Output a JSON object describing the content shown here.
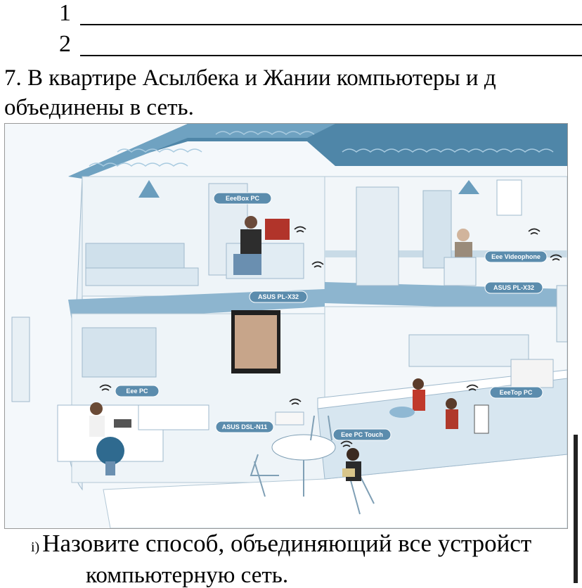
{
  "answer_items": [
    {
      "number": "1"
    },
    {
      "number": "2"
    }
  ],
  "question": {
    "line1": "7. В квартире Асылбека и Жании компьютеры и д",
    "line2": "объединены в сеть."
  },
  "figure": {
    "labels": {
      "eeebox": "EeeBox PC",
      "asus_plx32_top": "ASUS PL-X32",
      "videophone": "Eee Videophone",
      "asus_plx32_right": "ASUS PL-X32",
      "eeepc": "Eee PC",
      "asus_dsl": "ASUS DSL-N11",
      "eeepc_touch": "Eee PC Touch",
      "eeetop": "EeeTop PC"
    }
  },
  "sub_question": {
    "marker": "i)",
    "line1": "Назовите способ, объединяющий все устройст",
    "line2": "компьютерную сеть."
  }
}
